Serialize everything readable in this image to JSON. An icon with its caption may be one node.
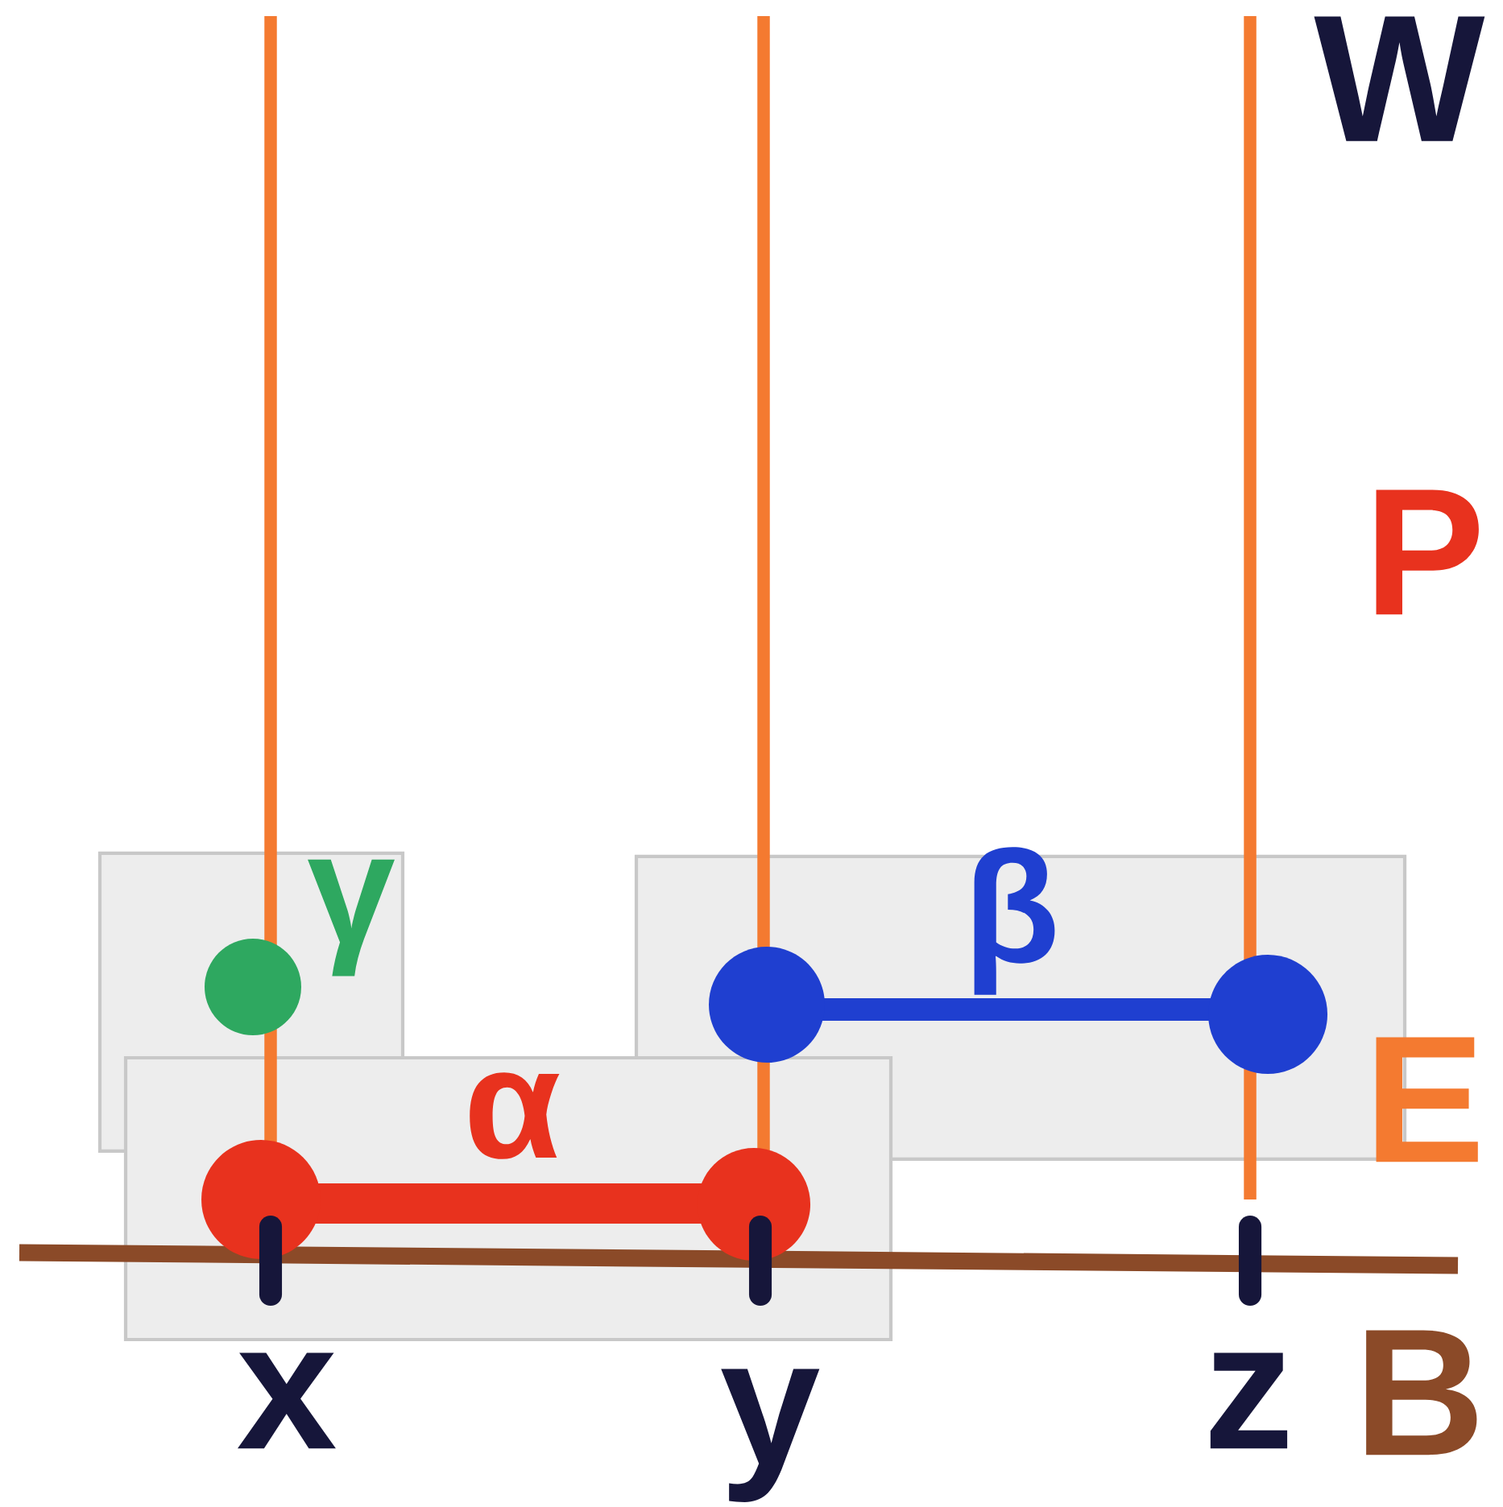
{
  "diagram": {
    "nodes": [
      {
        "text": [
          "γ"
        ]
      },
      {
        "text": [
          "β"
        ]
      },
      {
        "text": [
          "α"
        ]
      }
    ],
    "labels": [
      "W",
      "P",
      "E",
      "x",
      "y",
      "z",
      "B"
    ]
  }
}
